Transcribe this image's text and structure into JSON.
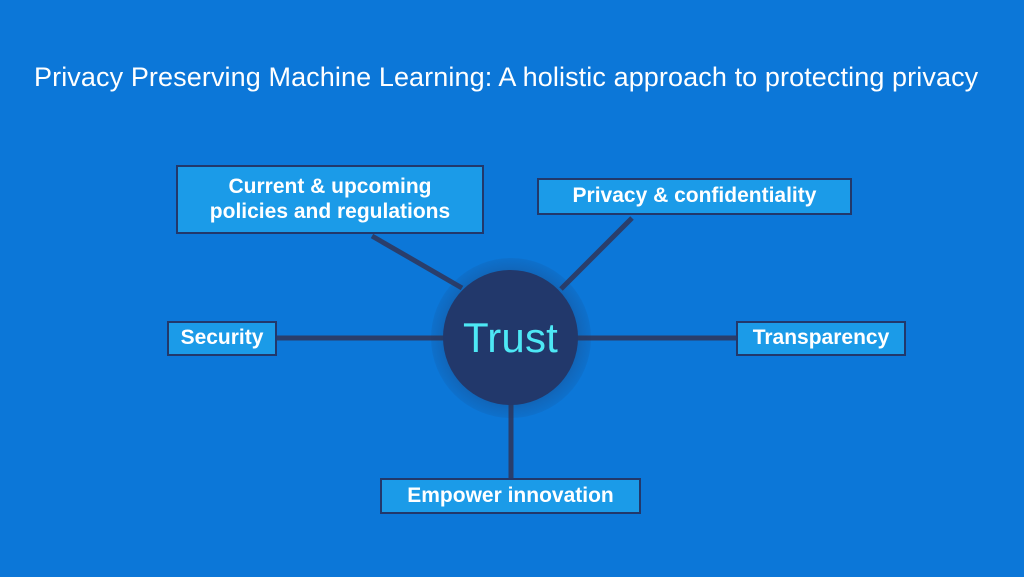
{
  "slide": {
    "title": "Privacy Preserving Machine Learning: A holistic approach to protecting privacy",
    "background_color": "#0C77D8"
  },
  "diagram": {
    "type": "hub-and-spoke",
    "hub": {
      "label": "Trust",
      "fill_color": "#22386B",
      "text_color": "#4DE8F5",
      "shape": "circle"
    },
    "node_style": {
      "fill_color": "#1B9BE8",
      "border_color": "#22386B",
      "text_color": "#FFFFFF"
    },
    "connector_color": "#2A3E6B",
    "nodes": [
      {
        "id": "policies",
        "label": "Current & upcoming\npolicies and regulations",
        "position": "top-left"
      },
      {
        "id": "privacy",
        "label": "Privacy & confidentiality",
        "position": "top-right"
      },
      {
        "id": "security",
        "label": "Security",
        "position": "left"
      },
      {
        "id": "transparency",
        "label": "Transparency",
        "position": "right"
      },
      {
        "id": "innovation",
        "label": "Empower innovation",
        "position": "bottom"
      }
    ]
  }
}
